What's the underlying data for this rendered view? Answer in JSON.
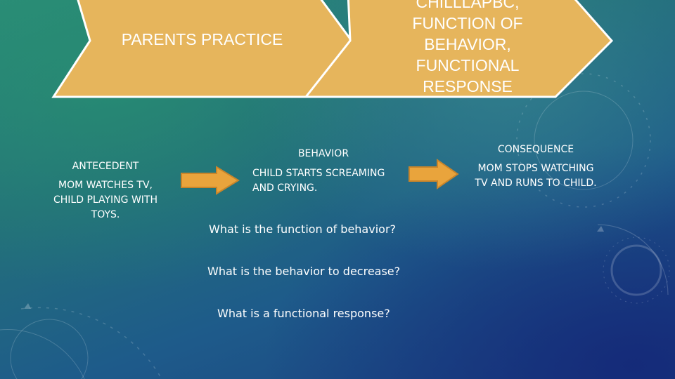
{
  "colors": {
    "chevron_fill": "#E6B55C",
    "chevron_stroke": "#ffffff",
    "arrow_fill": "#E9A43C",
    "arrow_stroke": "#C9852A"
  },
  "chevrons": [
    {
      "label": "PARENTS PRACTICE"
    },
    {
      "label_lines": [
        "CHILLLAPBC,",
        "FUNCTION OF",
        "BEHAVIOR,",
        "FUNCTIONAL",
        "RESPONSE"
      ]
    }
  ],
  "antecedent": {
    "title": "ANTECEDENT",
    "lines": [
      "MOM WATCHES TV,",
      "CHILD PLAYING WITH",
      "TOYS."
    ]
  },
  "behavior": {
    "title": "BEHAVIOR",
    "lines": [
      "CHILD STARTS SCREAMING",
      "AND CRYING."
    ]
  },
  "consequence": {
    "title": "CONSEQUENCE",
    "lines": [
      "MOM STOPS WATCHING",
      "TV AND RUNS TO CHILD."
    ]
  },
  "questions": [
    "What is the function of behavior?",
    "What is the behavior to decrease?",
    "What is a functional response?"
  ],
  "icons": [
    "right-arrow-icon",
    "right-arrow-icon"
  ]
}
